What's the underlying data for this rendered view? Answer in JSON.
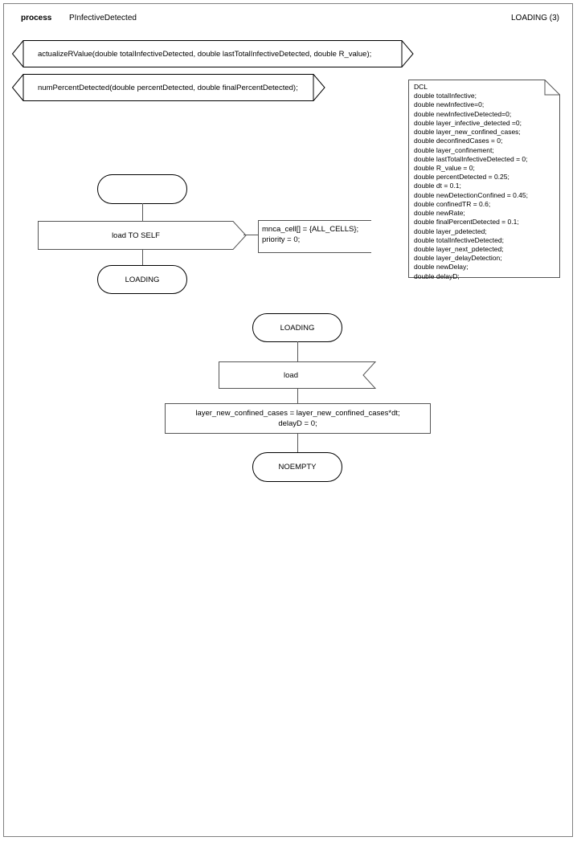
{
  "header": {
    "kind": "process",
    "name": "PInfectiveDetected",
    "page_label": "LOADING (3)"
  },
  "signal_declarations": [
    {
      "id": "actualizeRValue",
      "text": "actualizeRValue(double totalInfectiveDetected, double lastTotalInfectiveDetected, double R_value);"
    },
    {
      "id": "numPercentDetected",
      "text": "numPercentDetected(double percentDetected, double finalPercentDetected);"
    }
  ],
  "dcl_note": {
    "title": "DCL",
    "text": "DCL\ndouble totalInfective;\ndouble newInfective=0;\ndouble newInfectiveDetected=0;\ndouble layer_infective_detected =0;\ndouble layer_new_confined_cases;\ndouble deconfinedCases = 0;\ndouble layer_confinement;\ndouble lastTotalInfectiveDetected = 0;\ndouble R_value = 0;\ndouble percentDetected = 0.25;\ndouble dt = 0.1;\ndouble newDetectionConfined = 0.45;\ndouble confinedTR = 0.6;\ndouble newRate;\ndouble finalPercentDetected = 0.1;\ndouble layer_pdetected;\ndouble totalInfectiveDetected;\ndouble layer_next_pdetected;\ndouble layer_delayDetection;\ndouble newDelay;\ndouble delayD;"
  },
  "flow_upper": {
    "start_state": "",
    "output": "load TO SELF",
    "comment": "mnca_cell[] = {ALL_CELLS};\npriority = 0;",
    "end_state": "LOADING"
  },
  "flow_lower": {
    "start_state": "LOADING",
    "input": "load",
    "task": "layer_new_confined_cases = layer_new_confined_cases*dt;\ndelayD = 0;",
    "end_state": "NOEMPTY"
  },
  "colors": {
    "line": "#555555",
    "outline": "#000000",
    "border": "#808080",
    "background": "#ffffff"
  }
}
